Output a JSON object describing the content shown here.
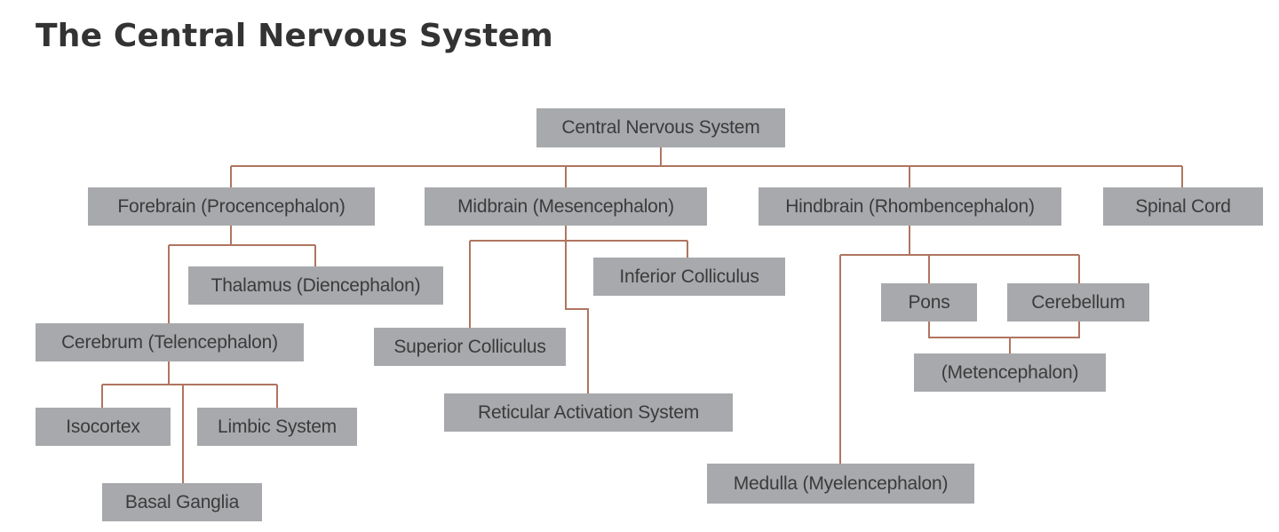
{
  "title": "The Central Nervous System",
  "colors": {
    "box_fill": "#a7a9ac",
    "box_text": "#3b3b3b",
    "connector": "#b07560",
    "title_text": "#333333"
  },
  "nodes": {
    "cns": "Central Nervous System",
    "forebrain": "Forebrain (Procencephalon)",
    "midbrain": "Midbrain (Mesencephalon)",
    "hindbrain": "Hindbrain (Rhombencephalon)",
    "spinal_cord": "Spinal Cord",
    "thalamus": "Thalamus (Diencephalon)",
    "cerebrum": "Cerebrum (Telencephalon)",
    "isocortex": "Isocortex",
    "limbic_system": "Limbic System",
    "basal_ganglia": "Basal Ganglia",
    "inferior_colliculus": "Inferior Colliculus",
    "superior_colliculus": "Superior Colliculus",
    "reticular_activation": "Reticular Activation System",
    "pons": "Pons",
    "cerebellum": "Cerebellum",
    "metencephalon": "(Metencephalon)",
    "medulla": "Medulla (Myelencephalon)"
  }
}
